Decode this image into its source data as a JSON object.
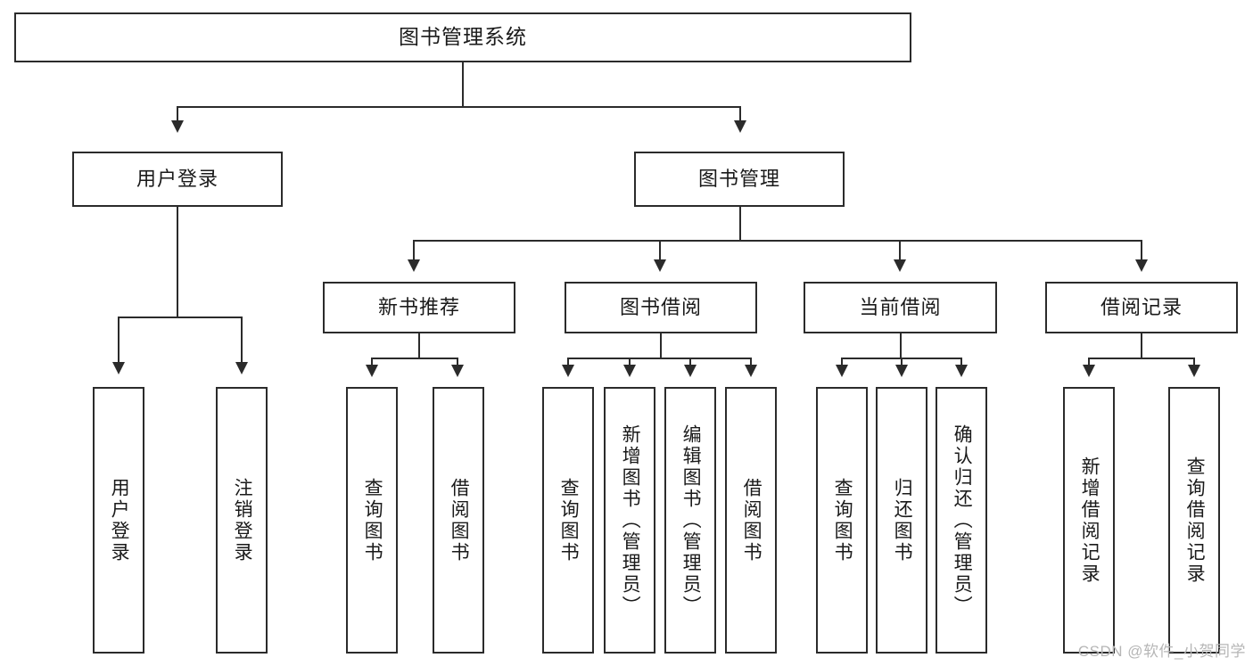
{
  "diagram": {
    "title": "图书管理系统",
    "type": "tree",
    "watermark": "CSDN @软件_小贺同学",
    "colors": {
      "box_border": "#2b2b2b",
      "box_fill": "#ffffff",
      "connector": "#2b2b2b",
      "text": "#1a1a1a",
      "watermark": "#b6b6b6",
      "background": "#ffffff"
    },
    "root": {
      "label": "图书管理系统"
    },
    "level2": [
      {
        "label": "用户登录"
      },
      {
        "label": "图书管理"
      }
    ],
    "level3": [
      {
        "label": "新书推荐"
      },
      {
        "label": "图书借阅"
      },
      {
        "label": "当前借阅"
      },
      {
        "label": "借阅记录"
      }
    ],
    "leaves": {
      "user_login": [
        {
          "label": "用户登录"
        },
        {
          "label": "注销登录"
        }
      ],
      "new_book_recommend": [
        {
          "label": "查询图书"
        },
        {
          "label": "借阅图书"
        }
      ],
      "book_borrow": [
        {
          "label": "查询图书"
        },
        {
          "label": "新增图书（管理员）"
        },
        {
          "label": "编辑图书（管理员）"
        },
        {
          "label": "借阅图书"
        }
      ],
      "current_borrow": [
        {
          "label": "查询图书"
        },
        {
          "label": "归还图书"
        },
        {
          "label": "确认归还（管理员）"
        }
      ],
      "borrow_records": [
        {
          "label": "新增借阅记录"
        },
        {
          "label": "查询借阅记录"
        }
      ]
    }
  }
}
